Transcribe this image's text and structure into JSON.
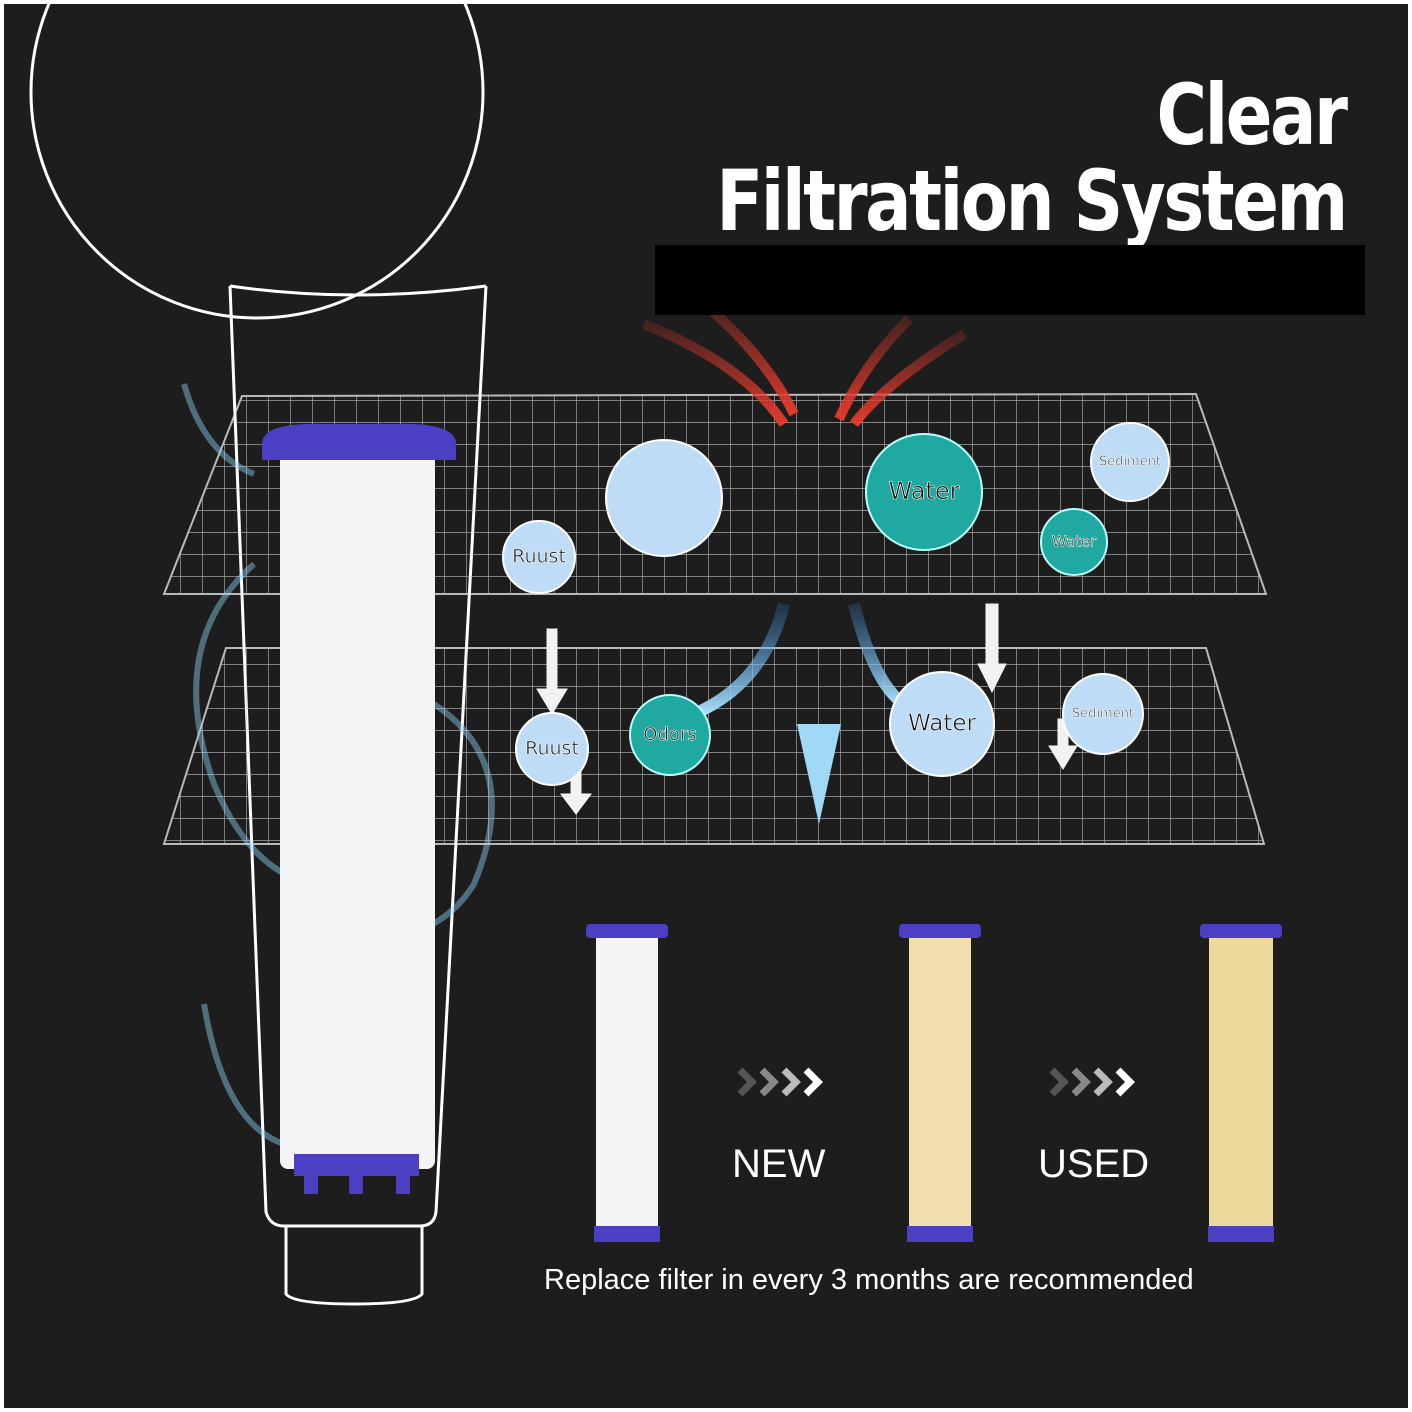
{
  "headline": {
    "line1": "Clear",
    "line2": "Filtration System"
  },
  "upper_layer_bubbles": [
    {
      "label": "Ruust",
      "color": "#bfdcf6"
    },
    {
      "label": "",
      "color": "#bfdcf6"
    },
    {
      "label": "Water",
      "color": "#1fa9a0"
    },
    {
      "label": "Sediment",
      "color": "#bfdcf6"
    },
    {
      "label": "Water",
      "color": "#1fa9a0"
    }
  ],
  "lower_layer_bubbles": [
    {
      "label": "Ruust",
      "color": "#bfdcf6"
    },
    {
      "label": "Odors",
      "color": "#1fa9a0"
    },
    {
      "label": "Water",
      "color": "#bfdcf6"
    },
    {
      "label": "Sediment",
      "color": "#bfdcf6"
    }
  ],
  "stages": {
    "new_label": "NEW",
    "used_label": "USED"
  },
  "caption": "Replace filter in every 3 months are recommended",
  "colors": {
    "cap": "#4b3fc4",
    "new_filter": "#f4f4f4",
    "used_filter": "#efe0ad",
    "arrow_red": "#e23a2c",
    "arrow_blue": "#6cc6ee"
  }
}
